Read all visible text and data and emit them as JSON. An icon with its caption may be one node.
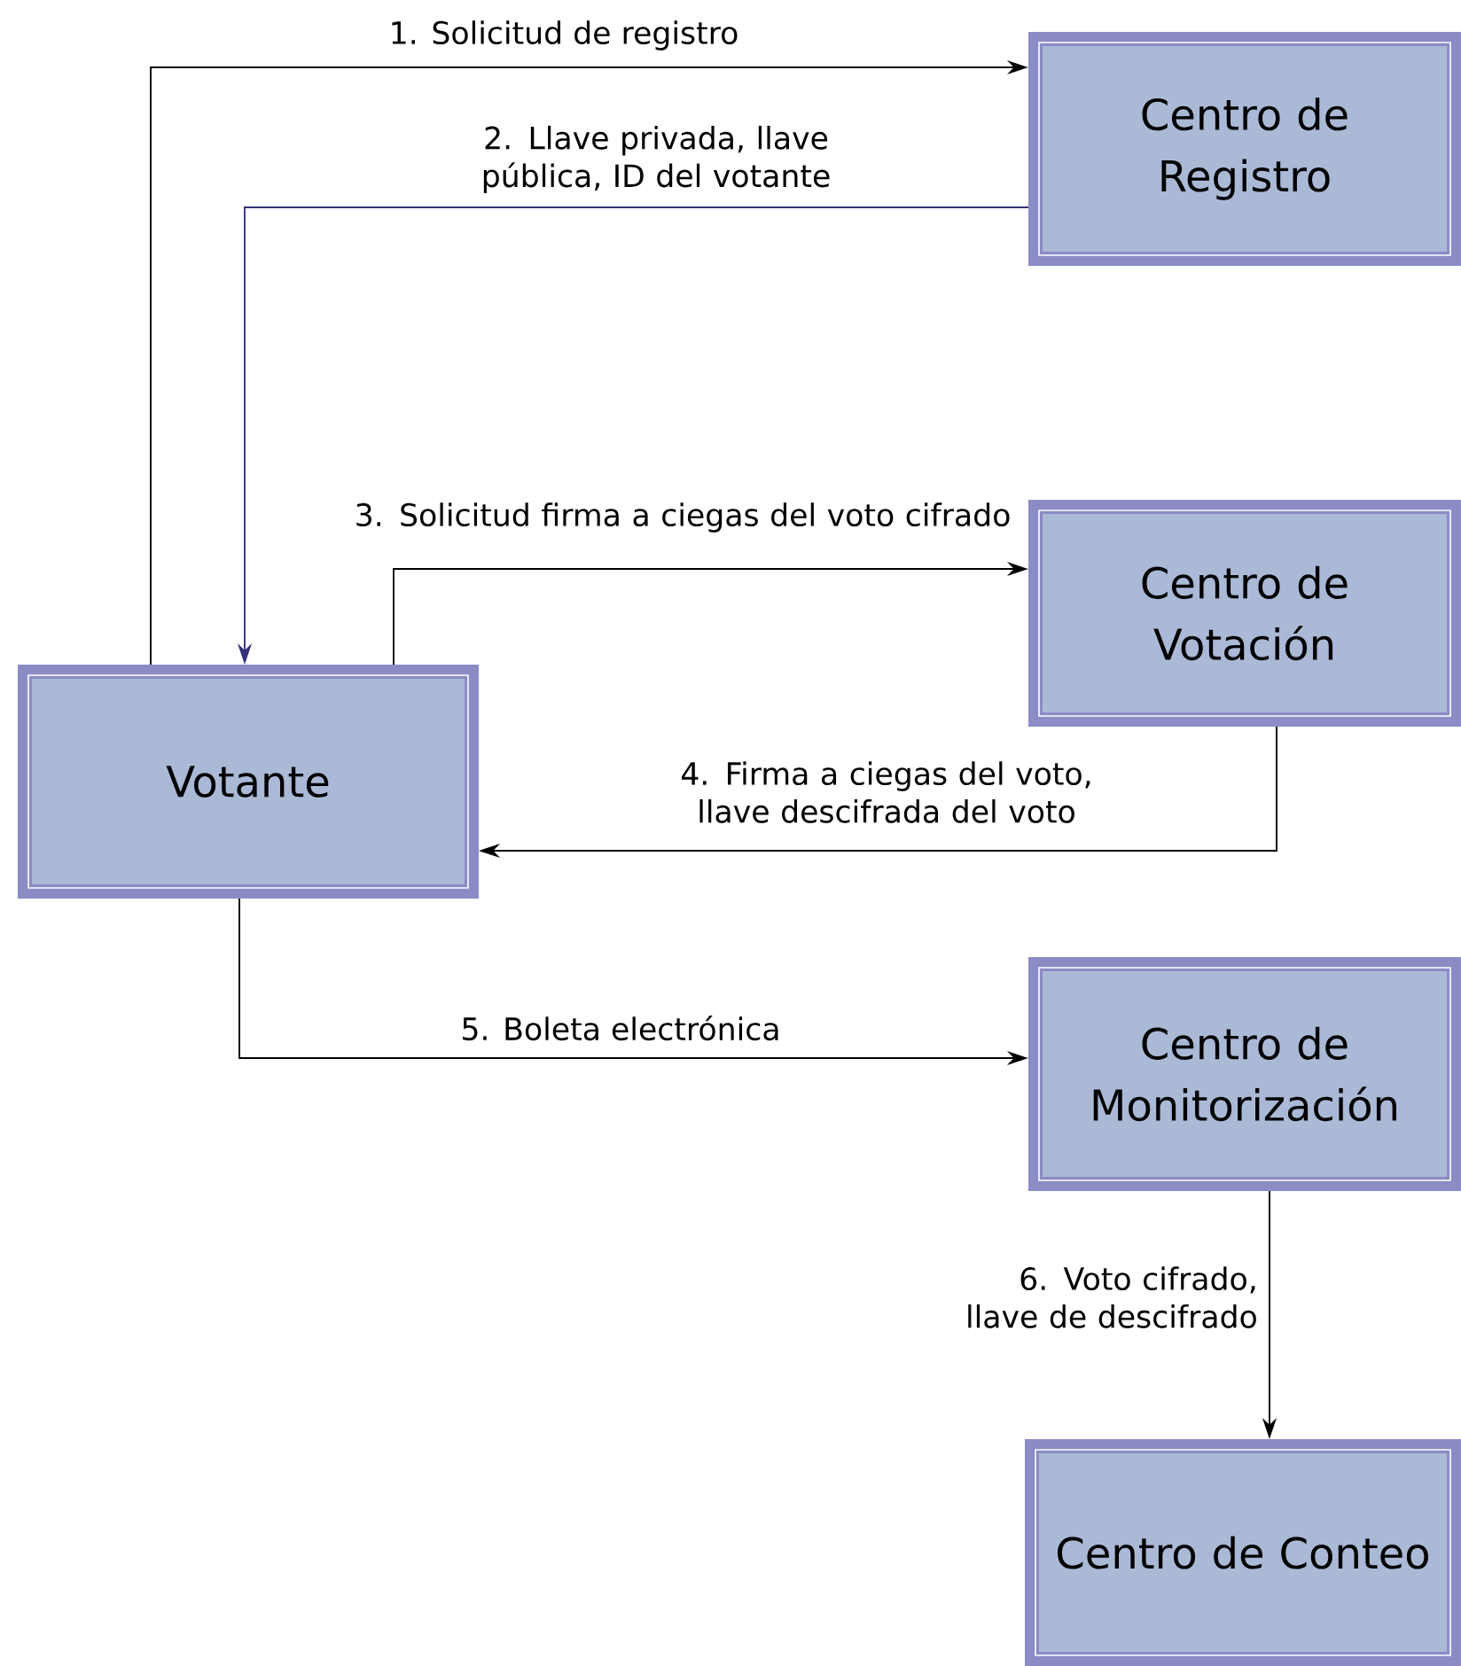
{
  "diagram": {
    "nodes": [
      {
        "text": [
          "Centro de Registro"
        ]
      },
      {
        "text": [
          "Centro de Votación"
        ]
      },
      {
        "text": [
          "Votante"
        ]
      },
      {
        "text": [
          "Centro de Monitorización"
        ]
      },
      {
        "text": [
          "Centro de Conteo"
        ]
      }
    ],
    "edges": [
      {
        "from": 2,
        "to": 0,
        "arrow": "to",
        "label": "1. Solicitud de registro"
      },
      {
        "from": 0,
        "to": 2,
        "arrow": "to",
        "label": "2. Llave privada, llave pública, ID del votante",
        "color": "#33337a"
      },
      {
        "from": 2,
        "to": 1,
        "arrow": "to",
        "label": "3. Solicitud firma a ciegas del voto cifrado"
      },
      {
        "from": 1,
        "to": 2,
        "arrow": "to",
        "label": "4. Firma a ciegas del voto, llave descifrada del voto"
      },
      {
        "from": 2,
        "to": 3,
        "arrow": "to",
        "label": "5. Boleta electrónica"
      },
      {
        "from": 3,
        "to": 4,
        "arrow": "to",
        "label": "6. Voto cifrado, llave de descifrado"
      }
    ]
  }
}
